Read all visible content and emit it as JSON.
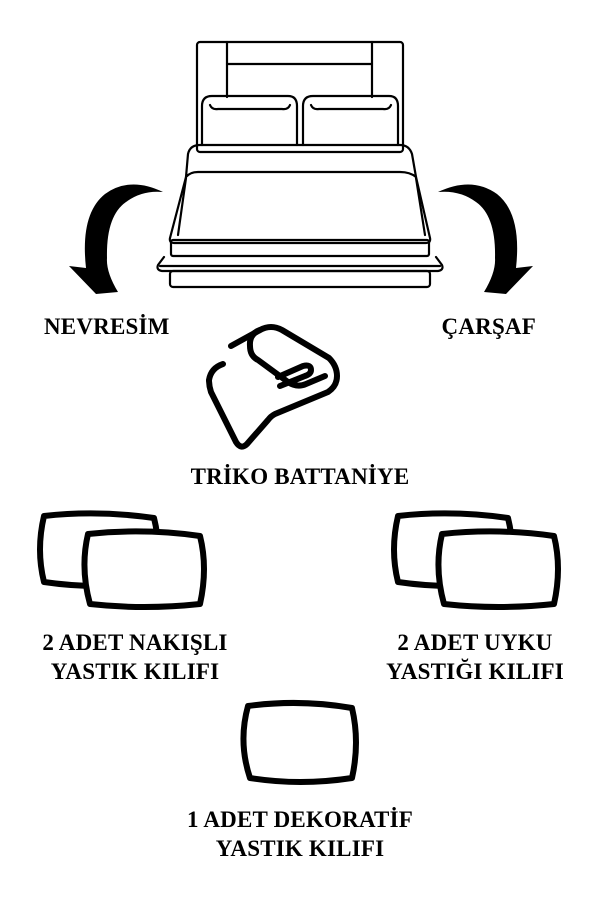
{
  "bed": {
    "icon": "bed-icon",
    "left_arrow_icon": "curved-arrow-down-left-icon",
    "right_arrow_icon": "curved-arrow-down-right-icon"
  },
  "items": {
    "duvet_cover": {
      "label": "NEVRESİM"
    },
    "sheet": {
      "label": "ÇARŞAF"
    },
    "blanket": {
      "label": "TRİKO BATTANİYE",
      "icon": "folded-blanket-icon"
    },
    "embroidered_pillowcases": {
      "line1": "2 ADET NAKIŞLI",
      "line2": "YASTIK KILIFI",
      "icon": "two-pillows-icon"
    },
    "sleep_pillowcases": {
      "line1": "2 ADET UYKU",
      "line2": "YASTIĞI KILIFI",
      "icon": "two-pillows-icon"
    },
    "decorative_pillowcase": {
      "line1": "1 ADET DEKORATİF",
      "line2": "YASTIK KILIFI",
      "icon": "pillow-icon"
    }
  },
  "colors": {
    "ink": "#000000",
    "background": "#ffffff"
  }
}
